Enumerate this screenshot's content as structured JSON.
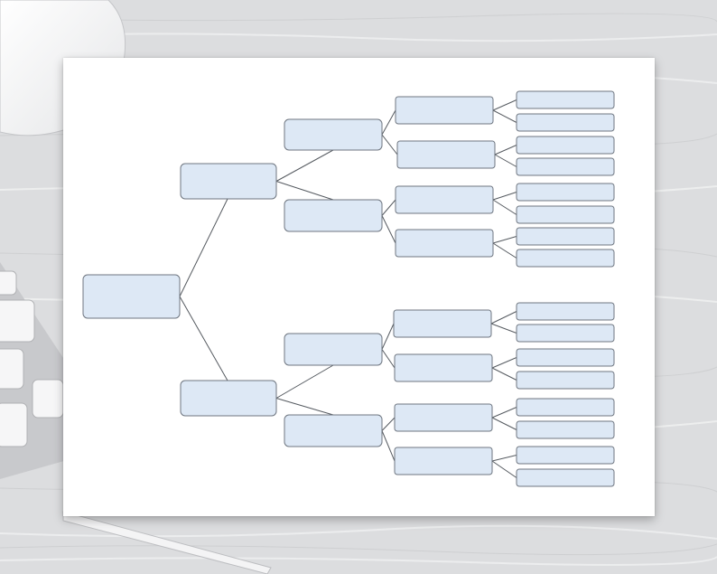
{
  "scene": {
    "desk_color": "#dcdddf",
    "paper_color": "#ffffff",
    "box_fill": "#dde8f5",
    "box_stroke": "#6f7680",
    "line_color": "#555a60",
    "accessories": [
      "mouse",
      "keyboard",
      "pen"
    ]
  },
  "family_tree": {
    "generations": 5,
    "box_counts": [
      1,
      2,
      4,
      8,
      16
    ],
    "boxes_labeled": false
  }
}
